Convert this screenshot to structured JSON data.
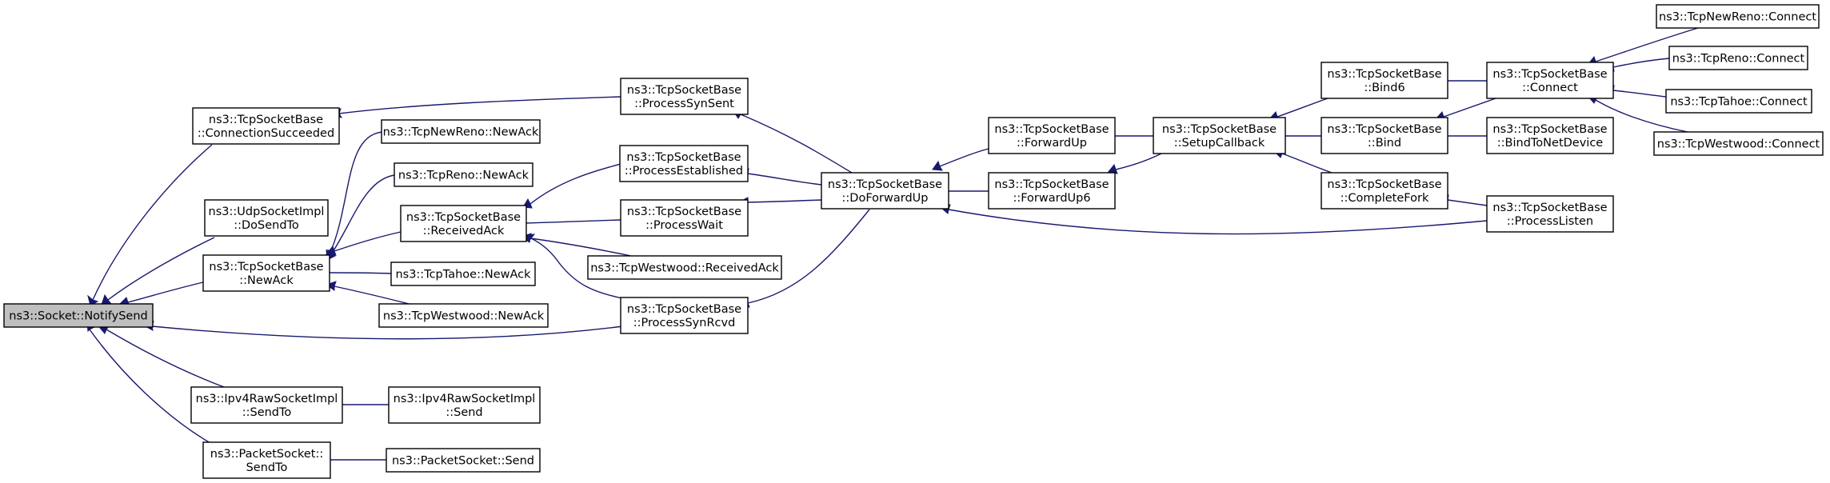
{
  "graph": {
    "root": "ns3::Socket::NotifySend",
    "colors": {
      "edge": "#191970",
      "root_fill": "#bfbfbf",
      "node_fill": "#ffffff",
      "node_stroke": "#000000"
    },
    "nodes": {
      "notify_send": [
        "ns3::Socket::NotifySend"
      ],
      "conn_succeeded": [
        "ns3::TcpSocketBase",
        "::ConnectionSucceeded"
      ],
      "udp_dosendto": [
        "ns3::UdpSocketImpl",
        "::DoSendTo"
      ],
      "tcp_newack": [
        "ns3::TcpSocketBase",
        "::NewAck"
      ],
      "ipv4raw_sendto": [
        "ns3::Ipv4RawSocketImpl",
        "::SendTo"
      ],
      "packet_sendto": [
        "ns3::PacketSocket::",
        "SendTo"
      ],
      "newreno_newack": [
        "ns3::TcpNewReno::NewAck"
      ],
      "reno_newack": [
        "ns3::TcpReno::NewAck"
      ],
      "received_ack": [
        "ns3::TcpSocketBase",
        "::ReceivedAck"
      ],
      "tahoe_newack": [
        "ns3::TcpTahoe::NewAck"
      ],
      "westwood_newack": [
        "ns3::TcpWestwood::NewAck"
      ],
      "ipv4raw_send": [
        "ns3::Ipv4RawSocketImpl",
        "::Send"
      ],
      "packet_send": [
        "ns3::PacketSocket::Send"
      ],
      "proc_synsent": [
        "ns3::TcpSocketBase",
        "::ProcessSynSent"
      ],
      "proc_established": [
        "ns3::TcpSocketBase",
        "::ProcessEstablished"
      ],
      "proc_wait": [
        "ns3::TcpSocketBase",
        "::ProcessWait"
      ],
      "westwood_receivedack": [
        "ns3::TcpWestwood::ReceivedAck"
      ],
      "proc_synrcvd": [
        "ns3::TcpSocketBase",
        "::ProcessSynRcvd"
      ],
      "doforwardup": [
        "ns3::TcpSocketBase",
        "::DoForwardUp"
      ],
      "forwardup": [
        "ns3::TcpSocketBase",
        "::ForwardUp"
      ],
      "forwardup6": [
        "ns3::TcpSocketBase",
        "::ForwardUp6"
      ],
      "setupcallback": [
        "ns3::TcpSocketBase",
        "::SetupCallback"
      ],
      "bind6": [
        "ns3::TcpSocketBase",
        "::Bind6"
      ],
      "bind": [
        "ns3::TcpSocketBase",
        "::Bind"
      ],
      "completefork": [
        "ns3::TcpSocketBase",
        "::CompleteFork"
      ],
      "connect": [
        "ns3::TcpSocketBase",
        "::Connect"
      ],
      "bindtonetdevice": [
        "ns3::TcpSocketBase",
        "::BindToNetDevice"
      ],
      "processlisten": [
        "ns3::TcpSocketBase",
        "::ProcessListen"
      ],
      "newreno_connect": [
        "ns3::TcpNewReno::Connect"
      ],
      "reno_connect": [
        "ns3::TcpReno::Connect"
      ],
      "tahoe_connect": [
        "ns3::TcpTahoe::Connect"
      ],
      "westwood_connect": [
        "ns3::TcpWestwood::Connect"
      ]
    }
  }
}
